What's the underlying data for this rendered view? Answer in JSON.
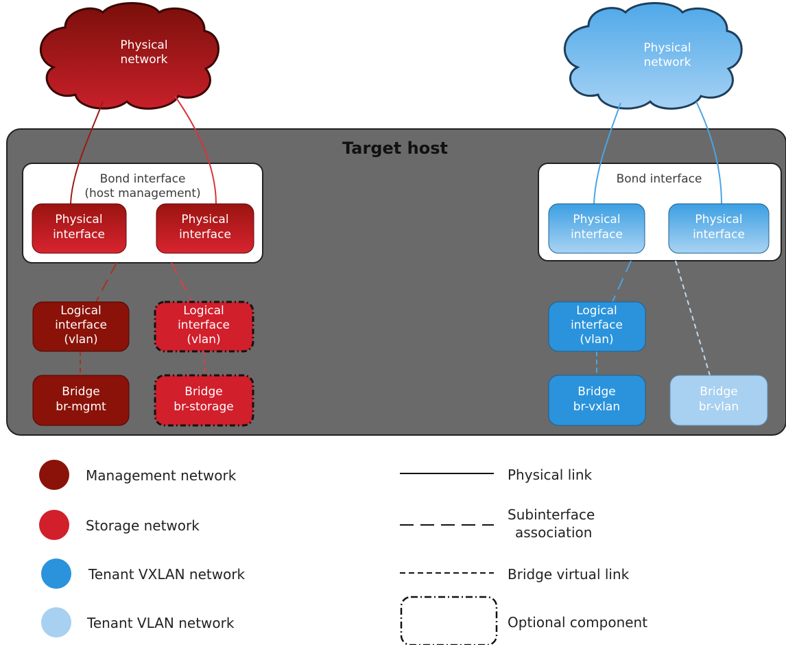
{
  "host": {
    "title": "Target host"
  },
  "clouds": {
    "left": {
      "line1": "Physical",
      "line2": "network"
    },
    "right": {
      "line1": "Physical",
      "line2": "network"
    }
  },
  "bonds": {
    "left": {
      "line1": "Bond interface",
      "line2": "(host management)"
    },
    "right": {
      "line1": "Bond interface"
    }
  },
  "nodes": {
    "phys_l1": {
      "line1": "Physical",
      "line2": "interface"
    },
    "phys_l2": {
      "line1": "Physical",
      "line2": "interface"
    },
    "phys_r1": {
      "line1": "Physical",
      "line2": "interface"
    },
    "phys_r2": {
      "line1": "Physical",
      "line2": "interface"
    },
    "log_mgmt": {
      "line1": "Logical",
      "line2": "interface",
      "line3": "(vlan)"
    },
    "log_storage": {
      "line1": "Logical",
      "line2": "interface",
      "line3": "(vlan)"
    },
    "log_vxlan": {
      "line1": "Logical",
      "line2": "interface",
      "line3": "(vlan)"
    },
    "br_mgmt": {
      "line1": "Bridge",
      "line2": "br-mgmt"
    },
    "br_storage": {
      "line1": "Bridge",
      "line2": "br-storage"
    },
    "br_vxlan": {
      "line1": "Bridge",
      "line2": "br-vxlan"
    },
    "br_vlan": {
      "line1": "Bridge",
      "line2": "br-vlan"
    }
  },
  "legend": {
    "networks": [
      {
        "label": "Management network",
        "color": "#8a1208"
      },
      {
        "label": "Storage network",
        "color": "#d11f2c"
      },
      {
        "label": "Tenant VXLAN network",
        "color": "#2a93dc"
      },
      {
        "label": "Tenant VLAN network",
        "color": "#a8d0f0"
      }
    ],
    "lines": {
      "physical": "Physical link",
      "subinterface_1": "Subinterface",
      "subinterface_2": "association",
      "bridge": "Bridge virtual link",
      "optional": "Optional component"
    }
  },
  "colors": {
    "host_bg": "#6a6a6a",
    "management": "#8a1208",
    "storage": "#d11f2c",
    "vxlan": "#2a93dc",
    "vlan": "#a8d0f0"
  }
}
